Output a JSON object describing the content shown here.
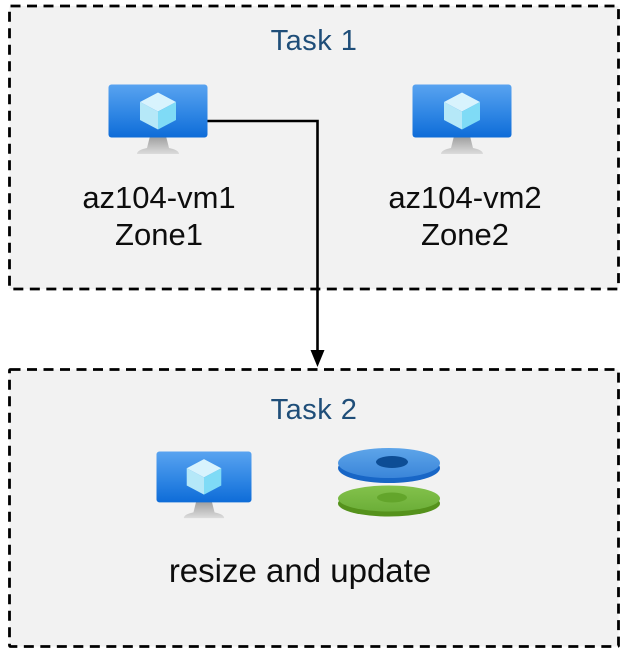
{
  "diagram": {
    "task1": {
      "title": "Task 1",
      "nodes": [
        {
          "icon": "virtual-machine-icon",
          "name": "az104-vm1",
          "zone": "Zone1"
        },
        {
          "icon": "virtual-machine-icon",
          "name": "az104-vm2",
          "zone": "Zone2"
        }
      ]
    },
    "connector": {
      "type": "elbow-arrow",
      "from": "az104-vm1",
      "to": "Task 2"
    },
    "task2": {
      "title": "Task 2",
      "icons": [
        "virtual-machine-icon",
        "managed-disks-icon"
      ],
      "caption": "resize and update"
    }
  },
  "colors": {
    "box_fill": "#f2f2f2",
    "border": "#000000",
    "title": "#1f4e79",
    "text": "#0d0d0d",
    "arrow": "#000000",
    "monitor_top": "#59a3f0",
    "monitor_bottom": "#0e6cd8",
    "cube_top": "#d8f3fd",
    "cube_left": "#b5e8f8",
    "cube_right": "#7fdbf6",
    "stand_gray": "#b5b5b5",
    "disk_blue_top": "#4b94e2",
    "disk_blue_side": "#1866c6",
    "disk_blue_hole": "#0d4d95",
    "disk_green_top": "#7aba45",
    "disk_green_side": "#55921c",
    "disk_green_hole": "#63a52b"
  }
}
